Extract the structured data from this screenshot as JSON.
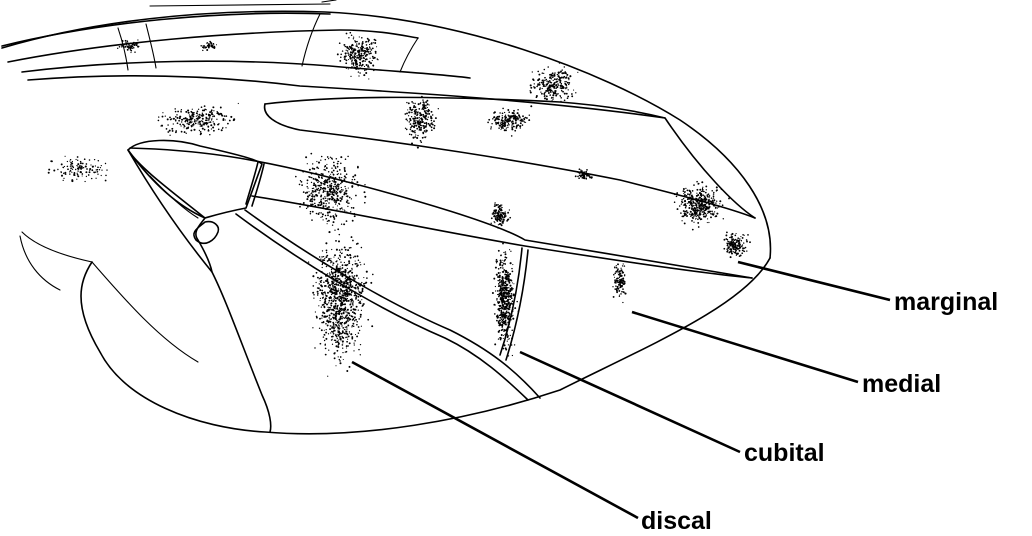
{
  "figure": {
    "labels": {
      "marginal": "marginal",
      "medial": "medial",
      "cubital": "cubital",
      "discal": "discal"
    }
  },
  "colors": {
    "ink": "#000000",
    "background": "#ffffff"
  }
}
